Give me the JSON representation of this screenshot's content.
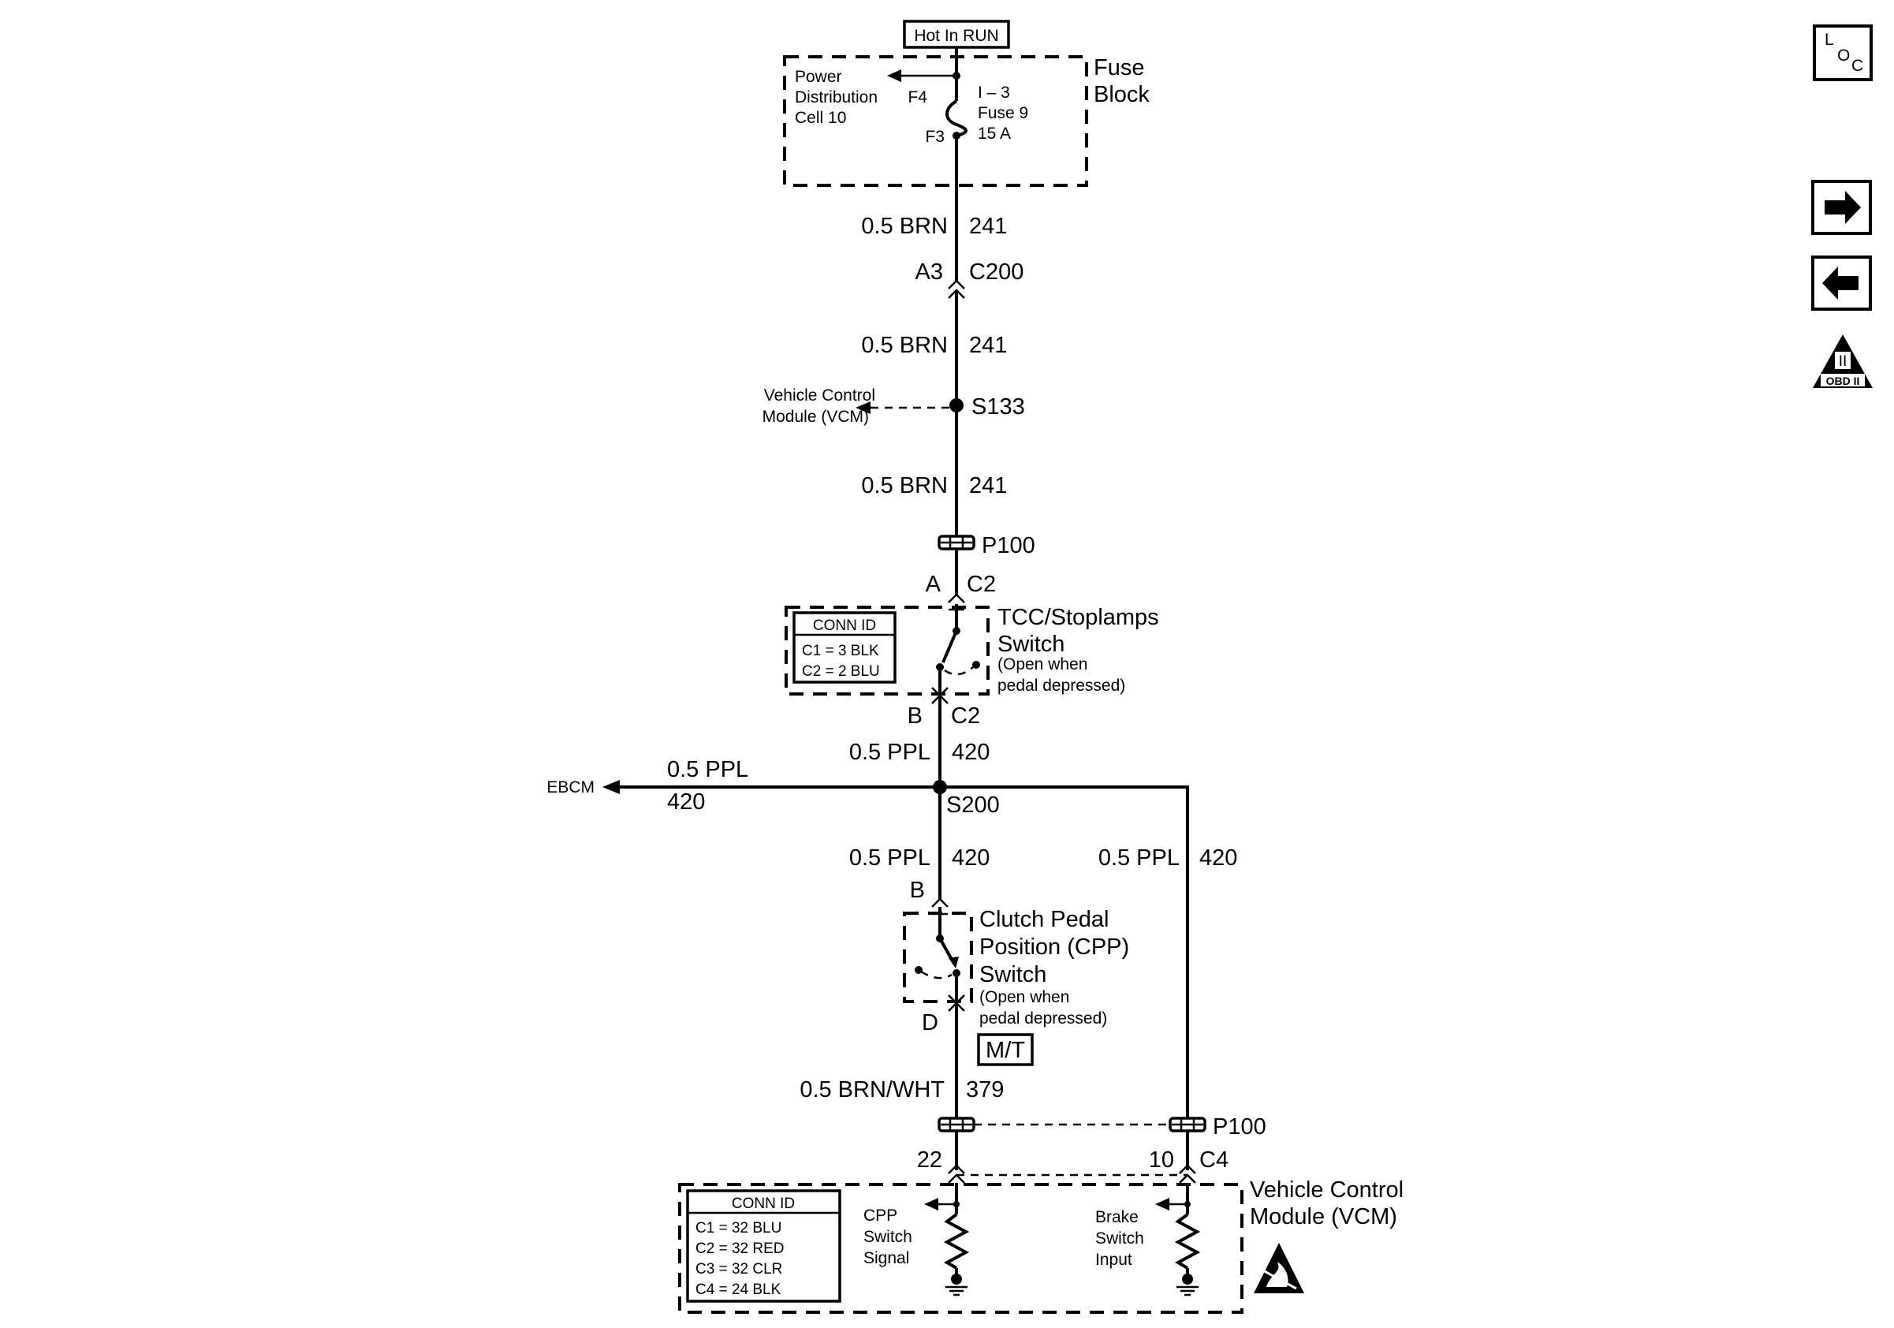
{
  "hot_in_run": "Hot In RUN",
  "fuse_block": {
    "title_line1": "Fuse",
    "title_line2": "Block",
    "pdc_line1": "Power",
    "pdc_line2": "Distribution",
    "pdc_line3": "Cell 10",
    "f4": "F4",
    "f3": "F3",
    "fuse_line1": "I – 3",
    "fuse_line2": "Fuse 9",
    "fuse_line3": "15 A"
  },
  "wires": {
    "w1_size": "0.5 BRN",
    "w1_circuit": "241",
    "w2_size": "0.5 BRN",
    "w2_circuit": "241",
    "w3_size": "0.5 BRN",
    "w3_circuit": "241",
    "w4_size": "0.5 PPL",
    "w4_circuit": "420",
    "ebcm_size": "0.5 PPL",
    "ebcm_circuit": "420",
    "w5_size": "0.5 PPL",
    "w5_circuit": "420",
    "w6_size": "0.5 PPL",
    "w6_circuit": "420",
    "w7_size": "0.5 BRN/WHT",
    "w7_circuit": "379"
  },
  "connectors": {
    "a3": "A3",
    "c200": "C200",
    "p100_top": "P100",
    "a": "A",
    "c2_top": "C2",
    "b_top": "B",
    "c2_bottom": "C2",
    "b_cpp": "B",
    "d_cpp": "D",
    "p100_bottom": "P100",
    "pin22": "22",
    "pin10": "10",
    "c4": "C4"
  },
  "splices": {
    "s133": "S133",
    "s200": "S200"
  },
  "vcm_branch": {
    "line1": "Vehicle Control",
    "line2": "Module (VCM)"
  },
  "ebcm": "EBCM",
  "tcc_switch": {
    "title_line1": "TCC/Stoplamps",
    "title_line2": "Switch",
    "note_line1": "(Open when",
    "note_line2": "pedal depressed)",
    "conn_id_title": "CONN ID",
    "conn_id_rows": [
      "C1 = 3 BLK",
      "C2 = 2 BLU"
    ]
  },
  "cpp_switch": {
    "title_line1": "Clutch Pedal",
    "title_line2": "Position (CPP)",
    "title_line3": "Switch",
    "note_line1": "(Open when",
    "note_line2": "pedal depressed)",
    "mt_badge": "M/T"
  },
  "vcm_module": {
    "title_line1": "Vehicle Control",
    "title_line2": "Module (VCM)",
    "conn_id_title": "CONN ID",
    "conn_id_rows": [
      "C1 = 32 BLU",
      "C2 = 32 RED",
      "C3 = 32 CLR",
      "C4 = 24 BLK"
    ],
    "cpp_line1": "CPP",
    "cpp_line2": "Switch",
    "cpp_line3": "Signal",
    "brake_line1": "Brake",
    "brake_line2": "Switch",
    "brake_line3": "Input"
  },
  "side_icons": {
    "loc_l": "L",
    "loc_o": "O",
    "loc_c": "C",
    "forward_icon": "arrow-right",
    "back_icon": "arrow-left",
    "obd_roman": "II",
    "obd_label": "OBD II"
  }
}
